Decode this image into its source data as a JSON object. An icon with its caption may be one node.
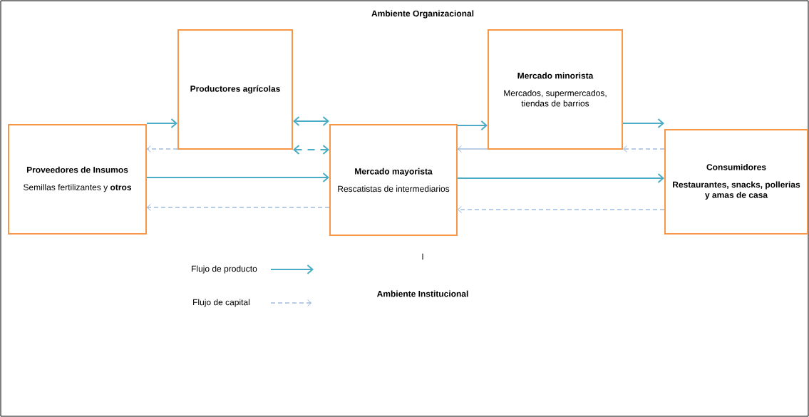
{
  "diagram": {
    "nodes": [
      {
        "text": [
          "Proveedores de Insumos",
          "Semillas fertilizantes y **otros**"
        ]
      },
      {
        "text": [
          "Productores agrícolas"
        ]
      },
      {
        "text": [
          "Mercado mayorista",
          "Rescatistas de intermediarios"
        ]
      },
      {
        "text": [
          "Mercado minorista",
          "Mercados, supermercados, tiendas de barrios"
        ]
      },
      {
        "text": [
          "Consumidores",
          "Restaurantes, snacks, pollerias y amas de casa"
        ]
      }
    ],
    "edges": [
      {
        "from": 0,
        "to": 1,
        "arrow": "to"
      },
      {
        "from": 1,
        "to": 0,
        "arrow": "to",
        "style": "dashed",
        "color": "#4f81bd"
      },
      {
        "from": 1,
        "to": 2,
        "arrow": "both"
      },
      {
        "from": 1,
        "to": 2,
        "arrow": "both",
        "style": "dashed"
      },
      {
        "from": 0,
        "to": 2,
        "arrow": "to"
      },
      {
        "from": 2,
        "to": 0,
        "arrow": "to",
        "style": "dashed",
        "color": "#4f81bd"
      },
      {
        "from": 2,
        "to": 3,
        "arrow": "to"
      },
      {
        "from": 3,
        "to": 2,
        "arrow": "to",
        "color": "#4f81bd"
      },
      {
        "from": 3,
        "to": 4,
        "arrow": "to"
      },
      {
        "from": 4,
        "to": 3,
        "arrow": "to",
        "style": "dashed",
        "color": "#4f81bd"
      },
      {
        "from": 2,
        "to": 4,
        "arrow": "to"
      },
      {
        "from": 4,
        "to": 2,
        "arrow": "to",
        "style": "dashed",
        "color": "#4f81bd"
      }
    ],
    "labels": [
      "Ambiente Organizacional",
      "l",
      "Ambiente Institucional"
    ],
    "legend": [
      {
        "text": "Flujo de producto"
      },
      {
        "text": "Flujo de capital"
      }
    ]
  }
}
